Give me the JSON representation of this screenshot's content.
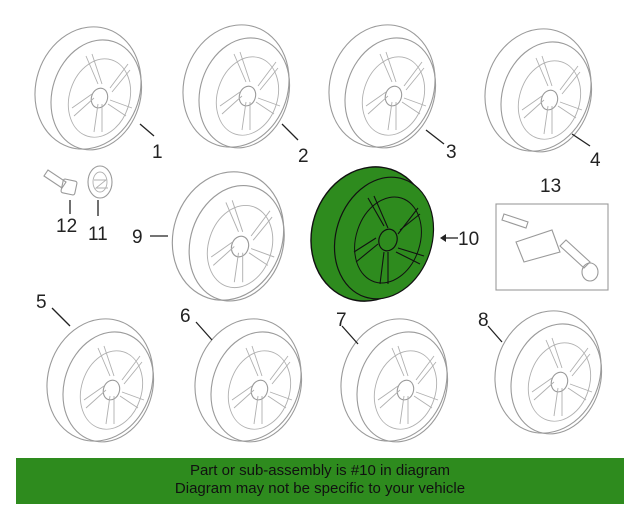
{
  "callouts": {
    "c1": "1",
    "c2": "2",
    "c3": "3",
    "c4": "4",
    "c5": "5",
    "c6": "6",
    "c7": "7",
    "c8": "8",
    "c9": "9",
    "c10": "10",
    "c11": "11",
    "c12": "12",
    "c13": "13"
  },
  "highlight": {
    "part_number": "10",
    "color": "#2e8b1e"
  },
  "banner": {
    "line1": "Part or sub-assembly is #10 in diagram",
    "line2": "Diagram may not be specific to your vehicle",
    "color": "#2e8b1e"
  }
}
